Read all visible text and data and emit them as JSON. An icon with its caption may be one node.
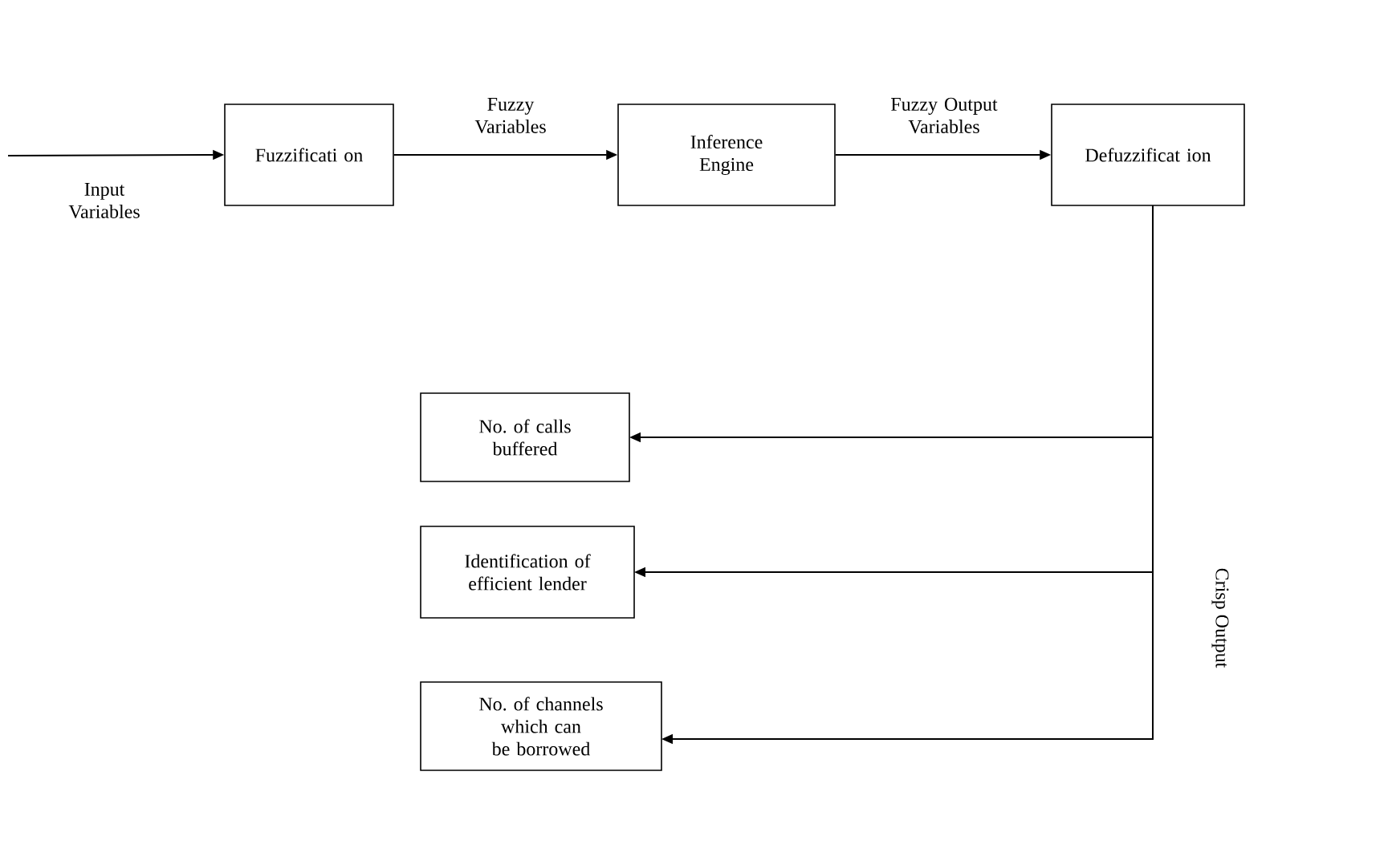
{
  "diagram": {
    "nodes": [
      {
        "text": [
          "Fuzzificati on"
        ]
      },
      {
        "text": [
          "Inference Engine"
        ]
      },
      {
        "text": [
          "Defuzzificat ion"
        ]
      },
      {
        "text": [
          "No. of calls buffered"
        ]
      },
      {
        "text": [
          "Identification of efficient lender"
        ]
      },
      {
        "text": [
          "No. of channels which can be borrowed"
        ]
      }
    ],
    "edges": [
      {
        "from": null,
        "to": 0,
        "arrow": "to",
        "label": "Input Variables"
      },
      {
        "from": 0,
        "to": 1,
        "arrow": "to",
        "label": "Fuzzy Variables"
      },
      {
        "from": 1,
        "to": 2,
        "arrow": "to",
        "label": "Fuzzy Output Variables"
      },
      {
        "from": 2,
        "to": 3,
        "arrow": "to"
      },
      {
        "from": 2,
        "to": 4,
        "arrow": "to"
      },
      {
        "from": 2,
        "to": 5,
        "arrow": "to"
      }
    ],
    "labels": [
      "Crisp Output"
    ]
  }
}
